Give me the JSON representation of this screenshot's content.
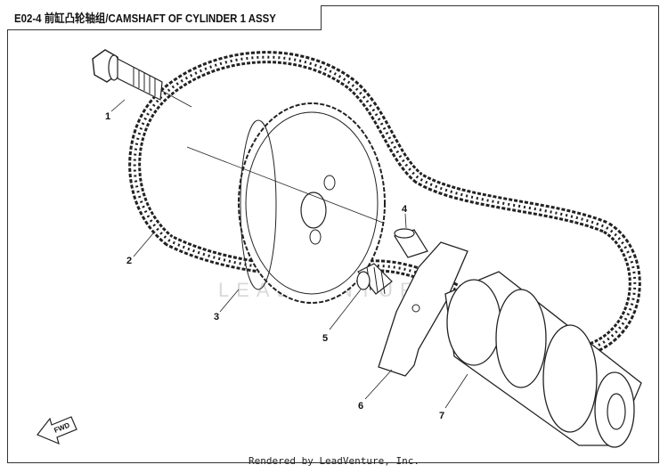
{
  "header": {
    "title": "E02-4 前缸凸轮轴组/CAMSHAFT OF CYLINDER 1 ASSY"
  },
  "callouts": [
    {
      "number": "1",
      "part": "bolt"
    },
    {
      "number": "2",
      "part": "timing-chain"
    },
    {
      "number": "3",
      "part": "cam-sprocket"
    },
    {
      "number": "4",
      "part": "dowel-pin"
    },
    {
      "number": "5",
      "part": "stud-bolt"
    },
    {
      "number": "6",
      "part": "plate"
    },
    {
      "number": "7",
      "part": "camshaft"
    }
  ],
  "badge": {
    "label": "FWD"
  },
  "watermark": {
    "text": "LEADVENTURE"
  },
  "footer": {
    "credit": "Rendered by LeadVenture, Inc."
  },
  "colors": {
    "line": "#222222",
    "watermark": "#d9d9d9",
    "background": "#ffffff"
  }
}
